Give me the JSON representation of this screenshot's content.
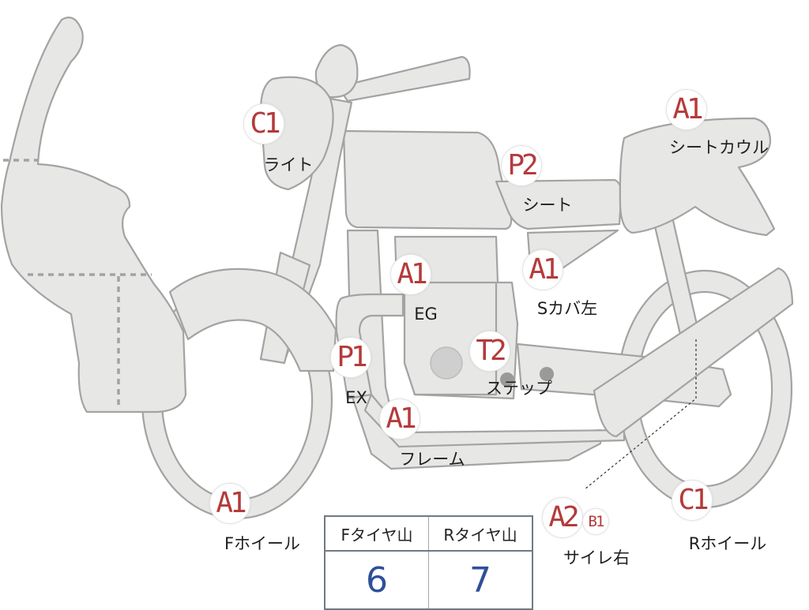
{
  "parts": [
    {
      "id": "light",
      "code": "C1",
      "label": "ライト"
    },
    {
      "id": "seat-cowl",
      "code": "A1",
      "label": "シートカウル"
    },
    {
      "id": "seat",
      "code": "P2",
      "label": "シート"
    },
    {
      "id": "engine",
      "code": "A1",
      "label": "EG"
    },
    {
      "id": "side-cover-left",
      "code": "A1",
      "label": "Sカバ左"
    },
    {
      "id": "exhaust",
      "code": "P1",
      "label": "EX"
    },
    {
      "id": "step",
      "code": "T2",
      "label": "ステップ"
    },
    {
      "id": "frame",
      "code": "A1",
      "label": "フレーム"
    },
    {
      "id": "front-wheel",
      "code": "A1",
      "label": "Fホイール"
    },
    {
      "id": "muffler-right",
      "code": "A2",
      "extra_code": "B1",
      "label": "サイレ右"
    },
    {
      "id": "rear-wheel",
      "code": "C1",
      "label": "Rホイール"
    }
  ],
  "tire_table": {
    "front_header": "Fタイヤ山",
    "rear_header": "Rタイヤ山",
    "front_value": "6",
    "rear_value": "7"
  },
  "colors": {
    "part_fill": "#e7e7e5",
    "part_stroke": "#a3a3a3",
    "code_text": "#b53a3a",
    "value_text": "#2f4f9a"
  }
}
